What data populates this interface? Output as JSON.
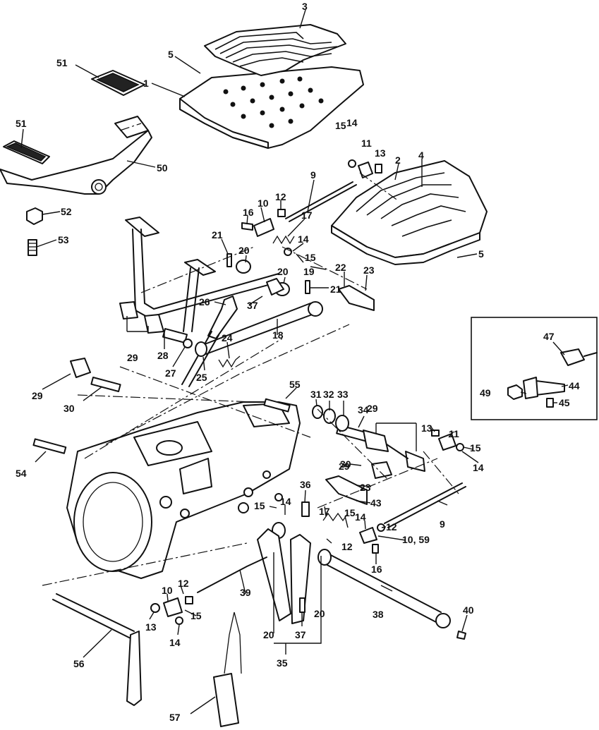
{
  "callouts": [
    {
      "id": "c1",
      "text": "1"
    },
    {
      "id": "c2",
      "text": "2"
    },
    {
      "id": "c3",
      "text": "3"
    },
    {
      "id": "c4",
      "text": "4"
    },
    {
      "id": "c5a",
      "text": "5"
    },
    {
      "id": "c5b",
      "text": "5"
    },
    {
      "id": "c9a",
      "text": "9"
    },
    {
      "id": "c9b",
      "text": "9"
    },
    {
      "id": "c10a",
      "text": "10"
    },
    {
      "id": "c10b",
      "text": "10"
    },
    {
      "id": "c10c",
      "text": "10, 59"
    },
    {
      "id": "c11a",
      "text": "11"
    },
    {
      "id": "c11b",
      "text": "11"
    },
    {
      "id": "c12a",
      "text": "12"
    },
    {
      "id": "c12b",
      "text": "12"
    },
    {
      "id": "c12c",
      "text": "12"
    },
    {
      "id": "c12d",
      "text": "12"
    },
    {
      "id": "c13a",
      "text": "13"
    },
    {
      "id": "c13b",
      "text": "13"
    },
    {
      "id": "c13c",
      "text": "13"
    },
    {
      "id": "c14a",
      "text": "14"
    },
    {
      "id": "c14b",
      "text": "14"
    },
    {
      "id": "c14c",
      "text": "14"
    },
    {
      "id": "c14d",
      "text": "14"
    },
    {
      "id": "c14e",
      "text": "14"
    },
    {
      "id": "c14f",
      "text": "14"
    },
    {
      "id": "c15a",
      "text": "15"
    },
    {
      "id": "c15b",
      "text": "15"
    },
    {
      "id": "c15c",
      "text": "15"
    },
    {
      "id": "c15d",
      "text": "15"
    },
    {
      "id": "c15e",
      "text": "15"
    },
    {
      "id": "c15f",
      "text": "15"
    },
    {
      "id": "c16a",
      "text": "16"
    },
    {
      "id": "c16b",
      "text": "16"
    },
    {
      "id": "c17a",
      "text": "17"
    },
    {
      "id": "c17b",
      "text": "17"
    },
    {
      "id": "c18",
      "text": "18"
    },
    {
      "id": "c19",
      "text": "19"
    },
    {
      "id": "c20a",
      "text": "20"
    },
    {
      "id": "c20b",
      "text": "20"
    },
    {
      "id": "c20c",
      "text": "20"
    },
    {
      "id": "c20d",
      "text": "20"
    },
    {
      "id": "c21a",
      "text": "21"
    },
    {
      "id": "c21b",
      "text": "21"
    },
    {
      "id": "c22",
      "text": "22"
    },
    {
      "id": "c23a",
      "text": "23"
    },
    {
      "id": "c23b",
      "text": "23"
    },
    {
      "id": "c24",
      "text": "24"
    },
    {
      "id": "c25",
      "text": "25"
    },
    {
      "id": "c26",
      "text": "26"
    },
    {
      "id": "c27",
      "text": "27"
    },
    {
      "id": "c28",
      "text": "28"
    },
    {
      "id": "c29a",
      "text": "29"
    },
    {
      "id": "c29b",
      "text": "29"
    },
    {
      "id": "c29c",
      "text": "29"
    },
    {
      "id": "c29d",
      "text": "29"
    },
    {
      "id": "c30a",
      "text": "30"
    },
    {
      "id": "c30b",
      "text": "30"
    },
    {
      "id": "c31",
      "text": "31"
    },
    {
      "id": "c32",
      "text": "32"
    },
    {
      "id": "c33",
      "text": "33"
    },
    {
      "id": "c34",
      "text": "34"
    },
    {
      "id": "c35",
      "text": "35"
    },
    {
      "id": "c36",
      "text": "36"
    },
    {
      "id": "c37a",
      "text": "37"
    },
    {
      "id": "c37b",
      "text": "37"
    },
    {
      "id": "c38",
      "text": "38"
    },
    {
      "id": "c39",
      "text": "39"
    },
    {
      "id": "c40",
      "text": "40"
    },
    {
      "id": "c43",
      "text": "43"
    },
    {
      "id": "c44",
      "text": "44"
    },
    {
      "id": "c45",
      "text": "45"
    },
    {
      "id": "c47",
      "text": "47"
    },
    {
      "id": "c49",
      "text": "49"
    },
    {
      "id": "c50",
      "text": "50"
    },
    {
      "id": "c51a",
      "text": "51"
    },
    {
      "id": "c51b",
      "text": "51"
    },
    {
      "id": "c52",
      "text": "52"
    },
    {
      "id": "c53",
      "text": "53"
    },
    {
      "id": "c54",
      "text": "54"
    },
    {
      "id": "c55",
      "text": "55"
    },
    {
      "id": "c56",
      "text": "56"
    },
    {
      "id": "c57",
      "text": "57"
    }
  ],
  "colors": {
    "ink": "#111111",
    "paper": "#ffffff"
  }
}
